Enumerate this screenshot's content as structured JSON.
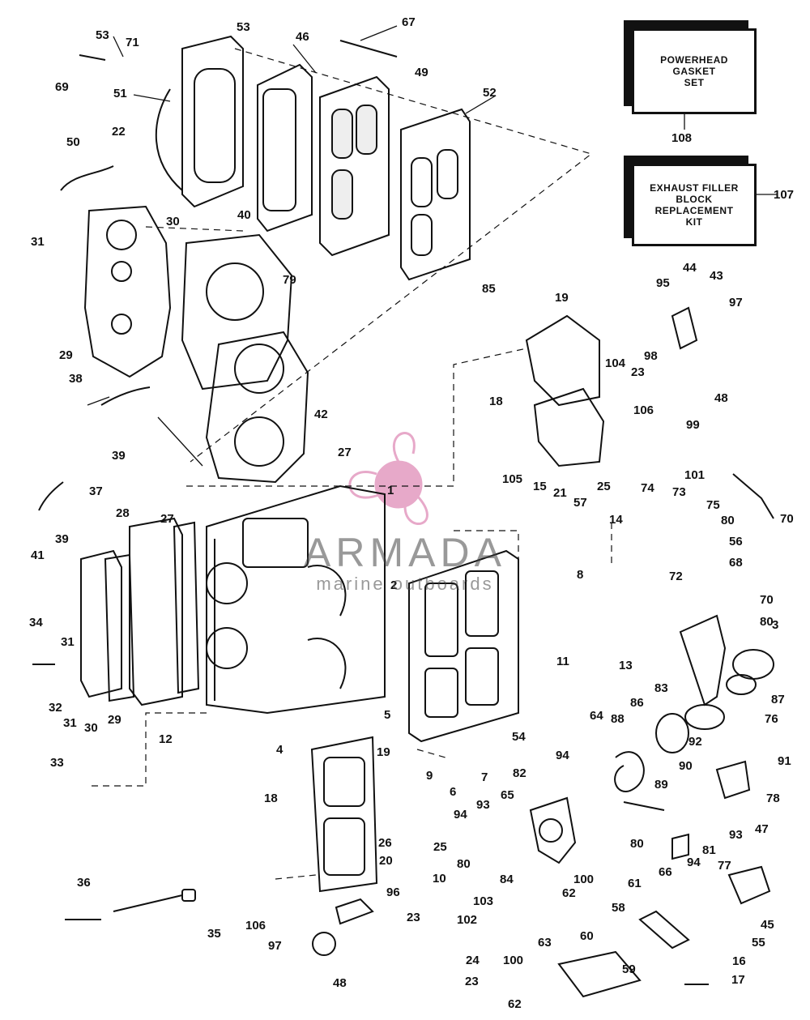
{
  "kits": [
    {
      "id": "powerhead-gasket-set",
      "lines": [
        "POWERHEAD",
        "GASKET",
        "SET"
      ],
      "number": "108"
    },
    {
      "id": "exhaust-filler-kit",
      "lines": [
        "EXHAUST FILLER",
        "BLOCK",
        "REPLACEMENT",
        "KIT"
      ],
      "number": "107"
    }
  ],
  "watermark": {
    "brand": "ARMADA",
    "tagline": "marine outboards"
  },
  "colors": {
    "line": "#111111",
    "watermark": "#e7a9c9"
  },
  "part_labels": [
    "53",
    "71",
    "53",
    "67",
    "46",
    "49",
    "69",
    "51",
    "52",
    "50",
    "22",
    "30",
    "31",
    "40",
    "79",
    "85",
    "29",
    "38",
    "39",
    "19",
    "95",
    "44",
    "43",
    "97",
    "104",
    "98",
    "23",
    "48",
    "106",
    "18",
    "99",
    "42",
    "27",
    "25",
    "101",
    "105",
    "15",
    "21",
    "57",
    "37",
    "28",
    "27",
    "14",
    "74",
    "73",
    "75",
    "80",
    "70",
    "56",
    "68",
    "39",
    "41",
    "1",
    "8",
    "2",
    "72",
    "34",
    "70",
    "80",
    "31",
    "3",
    "11",
    "13",
    "83",
    "87",
    "32",
    "31",
    "30",
    "29",
    "12",
    "5",
    "86",
    "76",
    "88",
    "92",
    "91",
    "54",
    "64",
    "4",
    "19",
    "9",
    "7",
    "94",
    "6",
    "90",
    "33",
    "82",
    "89",
    "78",
    "18",
    "65",
    "93",
    "81",
    "47",
    "94",
    "93",
    "26",
    "25",
    "80",
    "80",
    "94",
    "20",
    "77",
    "10",
    "84",
    "100",
    "66",
    "62",
    "103",
    "61",
    "45",
    "36",
    "96",
    "102",
    "58",
    "23",
    "35",
    "60",
    "55",
    "106",
    "97",
    "63",
    "59",
    "16",
    "24",
    "100",
    "48",
    "23",
    "17",
    "62"
  ]
}
